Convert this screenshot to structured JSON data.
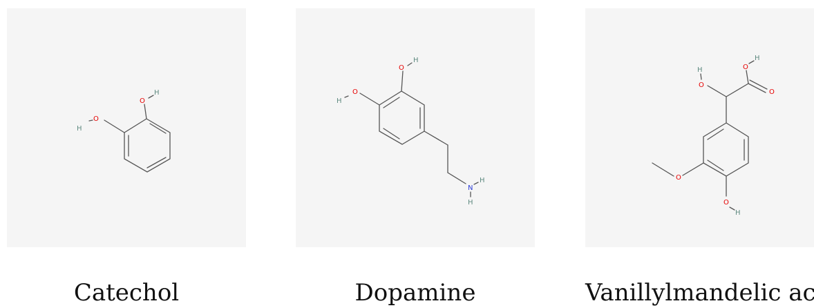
{
  "molecules": [
    {
      "name": "Catechol"
    },
    {
      "name": "Dopamine"
    },
    {
      "name": "Vanillylmandelic acid"
    }
  ],
  "atom_colors": {
    "oxygen": "#e60000",
    "nitrogen": "#2a3bd6",
    "hydrogen": "#5f8a80",
    "bond": "#555555"
  },
  "atom_labels": {
    "O": "O",
    "H": "H",
    "N": "N"
  }
}
